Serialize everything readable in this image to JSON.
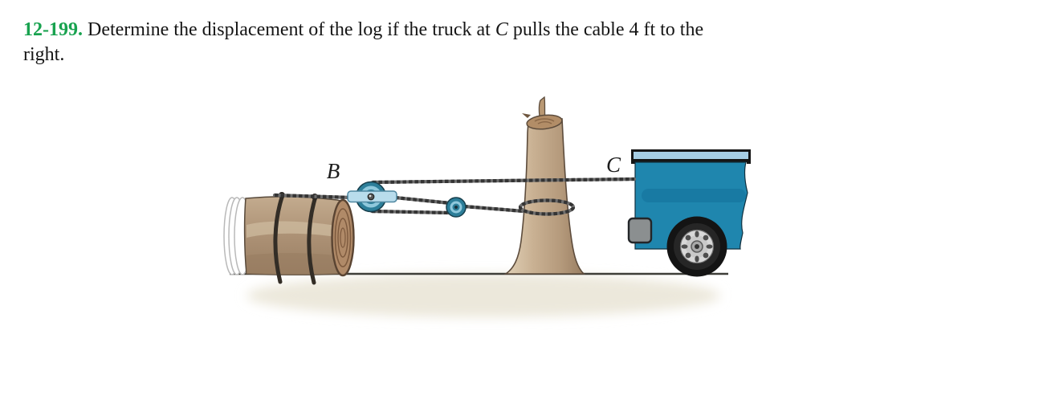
{
  "problem": {
    "number": "12-199.",
    "statement_before_var": "Determine the displacement of the log if the truck at ",
    "variable": "C",
    "statement_after_var": " pulls the cable 4 ft to the",
    "statement_line2": "right."
  },
  "figure": {
    "pulley_label": "B",
    "truck_label": "C",
    "colors": {
      "problem_number_green": "#18a24f",
      "truck_blue": "#1f86ae",
      "truck_stripe_blue": "#187aa3",
      "truck_rail_light_blue": "#a6cde3",
      "pulley_teal": "#2c7e99",
      "pulley_light_blue": "#8fc8dc",
      "bracket_light_blue": "#b8dcec",
      "stump_tan": "#c9b193",
      "log_brown": "#b09678",
      "log_end_brown": "#b08a68",
      "chain_gray": "#4a4a4a",
      "ground_shadow": "#ece8db"
    }
  }
}
